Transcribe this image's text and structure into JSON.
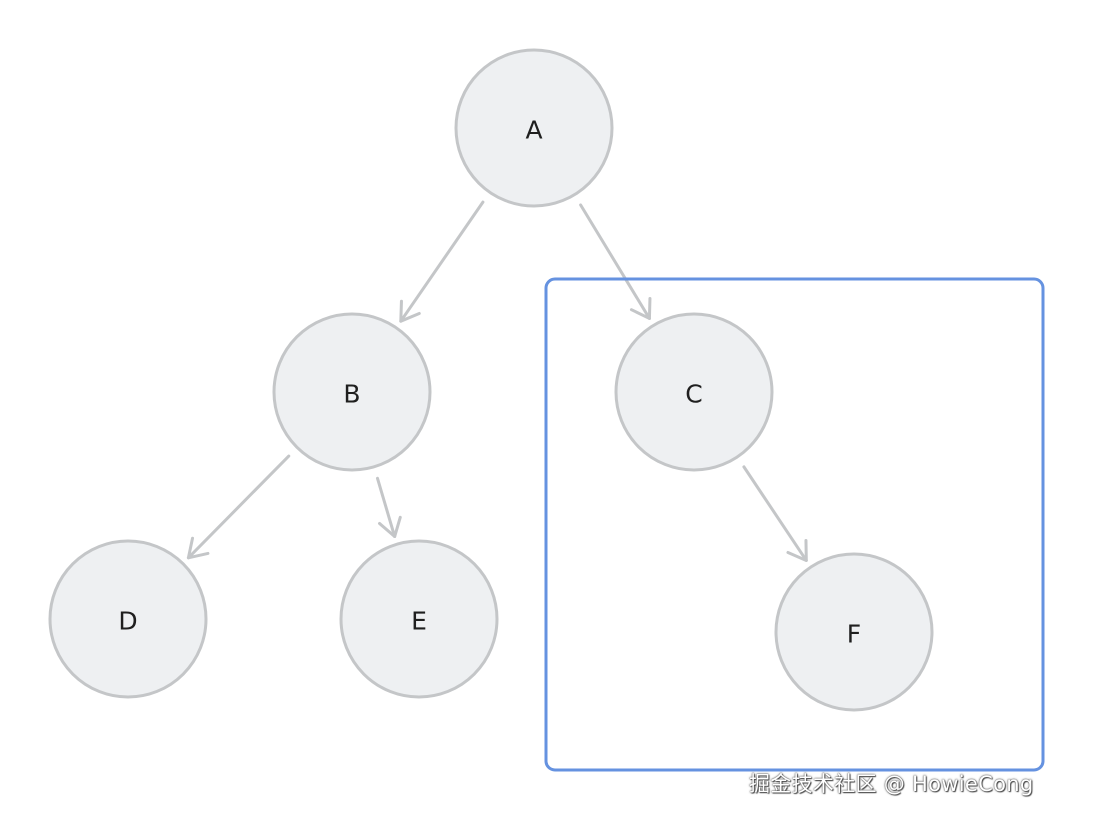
{
  "diagram": {
    "nodes": [
      {
        "id": "A",
        "label": "A"
      },
      {
        "id": "B",
        "label": "B"
      },
      {
        "id": "C",
        "label": "C"
      },
      {
        "id": "D",
        "label": "D"
      },
      {
        "id": "E",
        "label": "E"
      },
      {
        "id": "F",
        "label": "F"
      }
    ],
    "edges": [
      {
        "from": "A",
        "to": "B"
      },
      {
        "from": "A",
        "to": "C"
      },
      {
        "from": "B",
        "to": "D"
      },
      {
        "from": "B",
        "to": "E"
      },
      {
        "from": "C",
        "to": "F"
      }
    ],
    "highlighted_subtree_root": "C",
    "colors": {
      "node_fill": "#eef0f2",
      "node_stroke": "#c4c6c8",
      "edge": "#c4c6c8",
      "highlight": "#6592e0",
      "label": "#1f1f1f"
    }
  },
  "watermark": {
    "text": "掘金技术社区 @ HowieCong"
  }
}
